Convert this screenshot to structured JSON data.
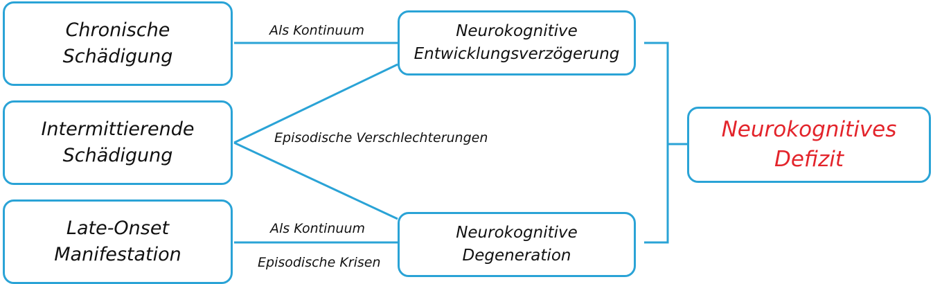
{
  "nodes": {
    "chronische": {
      "line1": "Chronische",
      "line2": "Schädigung"
    },
    "intermittierende": {
      "line1": "Intermittierende",
      "line2": "Schädigung"
    },
    "late_onset": {
      "line1": "Late-Onset",
      "line2": "Manifestation"
    },
    "entwicklung": {
      "line1": "Neurokognitive",
      "line2": "Entwicklungsverzögerung"
    },
    "degeneration": {
      "line1": "Neurokognitive",
      "line2": "Degeneration"
    },
    "defizit": {
      "line1": "Neurokognitives",
      "line2": "Defizit"
    }
  },
  "edges": {
    "top_kontinuum": "Als Kontinuum",
    "episodisch_verschlechterungen": "Episodische Verschlechterungen",
    "bottom_kontinuum": "Als Kontinuum",
    "episodisch_krisen": "Episodische Krisen"
  },
  "colors": {
    "border": "#2aa3d6",
    "accent_text": "#e3242b",
    "text": "#111111"
  }
}
